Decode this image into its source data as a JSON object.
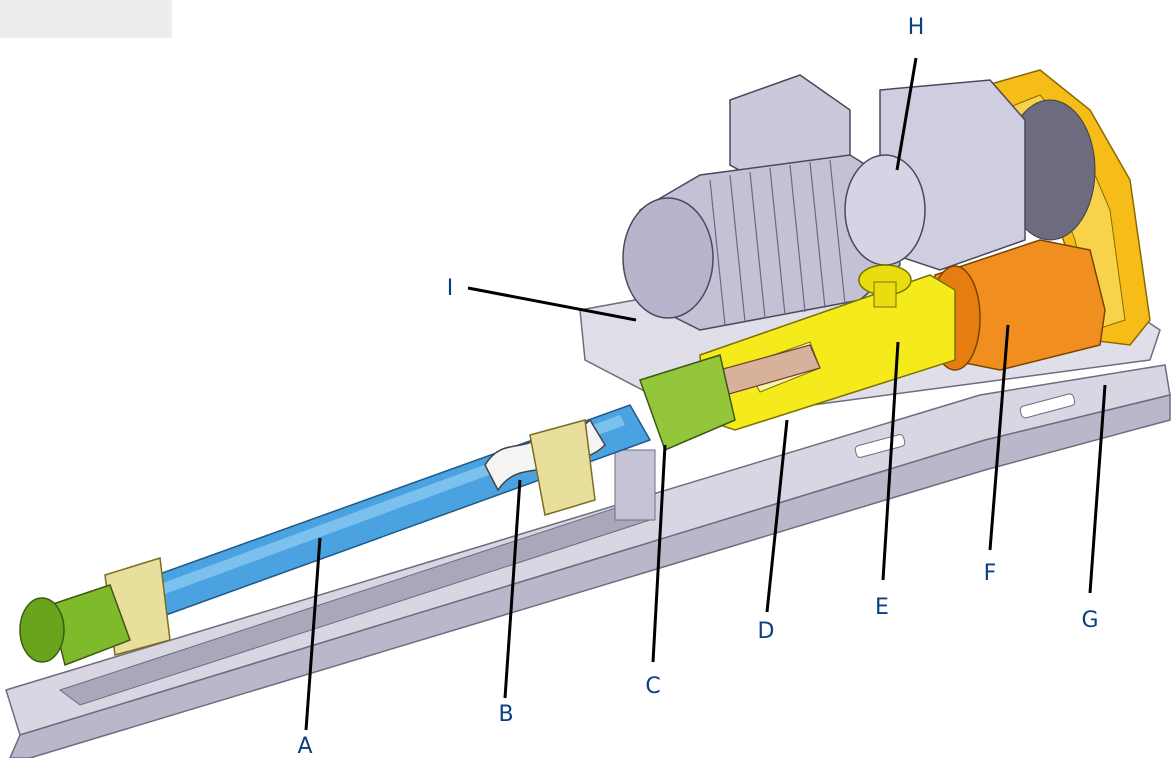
{
  "figure": {
    "colors": {
      "label_text": "#0b3f84",
      "leader_line": "#000000",
      "frame": "#d7d6e2",
      "frame_dark": "#a9a8ba",
      "stator_tube": "#4aa3e0",
      "housing": "#f4ea1c",
      "bearing_housing": "#f08f20",
      "guard": "#f6bd18",
      "motor": "#c2c1d6",
      "inlet_flange": "#7fba2c",
      "clamp": "#e9df9c"
    },
    "callouts": [
      {
        "id": "A",
        "text": "A"
      },
      {
        "id": "B",
        "text": "B"
      },
      {
        "id": "C",
        "text": "C"
      },
      {
        "id": "D",
        "text": "D"
      },
      {
        "id": "E",
        "text": "E"
      },
      {
        "id": "F",
        "text": "F"
      },
      {
        "id": "G",
        "text": "G"
      },
      {
        "id": "H",
        "text": "H"
      },
      {
        "id": "I",
        "text": "I"
      }
    ]
  }
}
